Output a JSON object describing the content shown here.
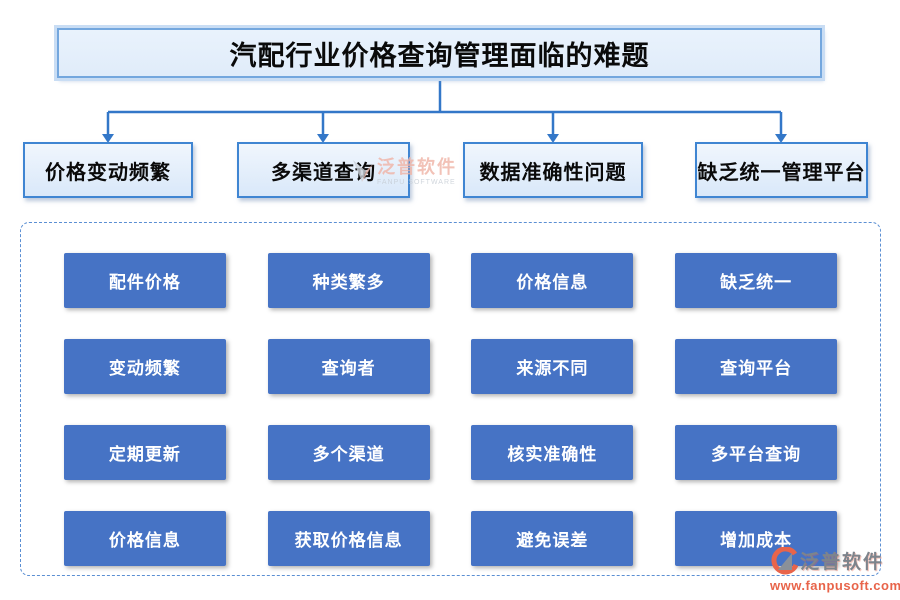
{
  "title": "汽配行业价格查询管理面临的难题",
  "branches": [
    {
      "label": "价格变动频繁"
    },
    {
      "label": "多渠道查询"
    },
    {
      "label": "数据准确性问题"
    },
    {
      "label": "缺乏统一管理平台"
    }
  ],
  "grid": {
    "columns": [
      {
        "items": [
          "配件价格",
          "变动频繁",
          "定期更新",
          "价格信息"
        ]
      },
      {
        "items": [
          "种类繁多",
          "查询者",
          "多个渠道",
          "获取价格信息"
        ]
      },
      {
        "items": [
          "价格信息",
          "来源不同",
          "核实准确性",
          "避免误差"
        ]
      },
      {
        "items": [
          "缺乏统一",
          "查询平台",
          "多平台查询",
          "增加成本"
        ]
      }
    ]
  },
  "watermark_inline": {
    "brand": "泛普软件",
    "sub": "FANPU SOFTWARE"
  },
  "watermark_corner": {
    "brand": "泛普软件",
    "url": "www.fanpusoft.com"
  },
  "colors": {
    "button_blue": "#4673C5",
    "connector_blue": "#3377C8",
    "node_fill": "#E3EEFB",
    "node_border": "#3F85D2",
    "container_border": "#5B8FD3",
    "title_fill": "#E4EEFB",
    "watermark_orange": "#E8644A"
  }
}
